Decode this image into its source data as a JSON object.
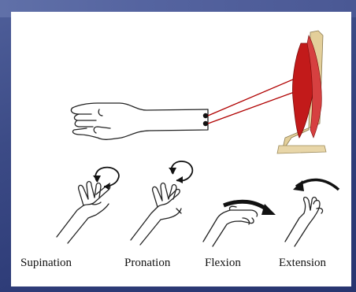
{
  "labels": {
    "supination": "Supination",
    "pronation": "Pronation",
    "flexion": "Flexion",
    "extension": "Extension"
  },
  "colors": {
    "muscle": "#c21a1a",
    "bone": "#e3cf9a",
    "wire": "#b00000",
    "arrow": "#000000"
  }
}
